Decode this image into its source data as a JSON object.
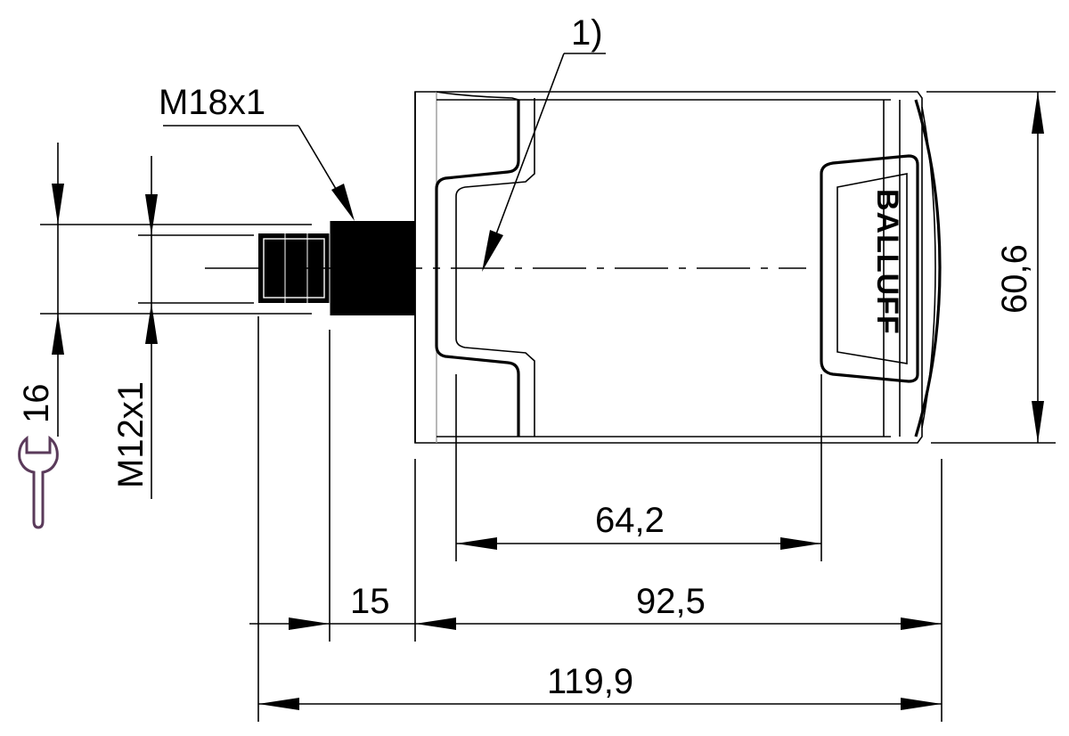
{
  "labels": {
    "note_ref": "1)",
    "thread_connector": "M18x1",
    "thread_plug": "M12x1",
    "wrench_size": "16",
    "height": "60,6",
    "len_body_inner": "64,2",
    "len_nut": "15",
    "len_body": "92,5",
    "len_total": "119,9",
    "brand": "BALLUFF"
  },
  "colors": {
    "line": "#000000",
    "wrench": "#5a3a5a",
    "housing_edge": "#9a9a9a"
  },
  "icons": {
    "wrench": "open-end-wrench-icon"
  }
}
